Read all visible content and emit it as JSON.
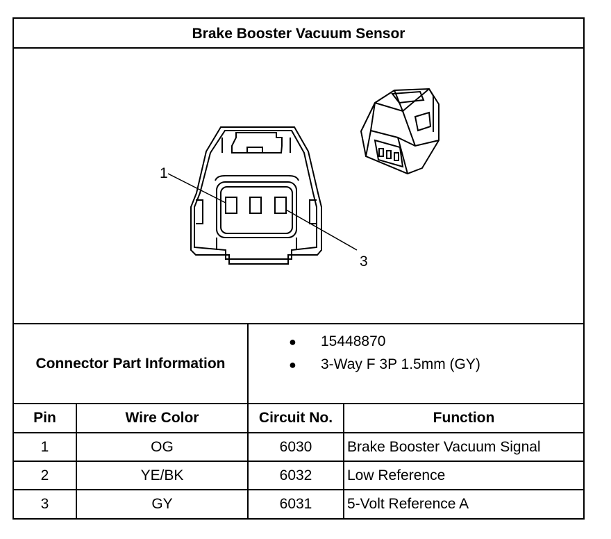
{
  "title": "Brake Booster Vacuum Sensor",
  "diagram": {
    "pin_callouts": [
      "1",
      "3"
    ]
  },
  "connector": {
    "label": "Connector Part Information",
    "items": [
      "15448870",
      "3-Way F 3P 1.5mm (GY)"
    ]
  },
  "table": {
    "headers": [
      "Pin",
      "Wire Color",
      "Circuit No.",
      "Function"
    ],
    "rows": [
      [
        "1",
        "OG",
        "6030",
        "Brake Booster Vacuum Signal"
      ],
      [
        "2",
        "YE/BK",
        "6032",
        "Low Reference"
      ],
      [
        "3",
        "GY",
        "6031",
        "5-Volt Reference A"
      ]
    ]
  }
}
